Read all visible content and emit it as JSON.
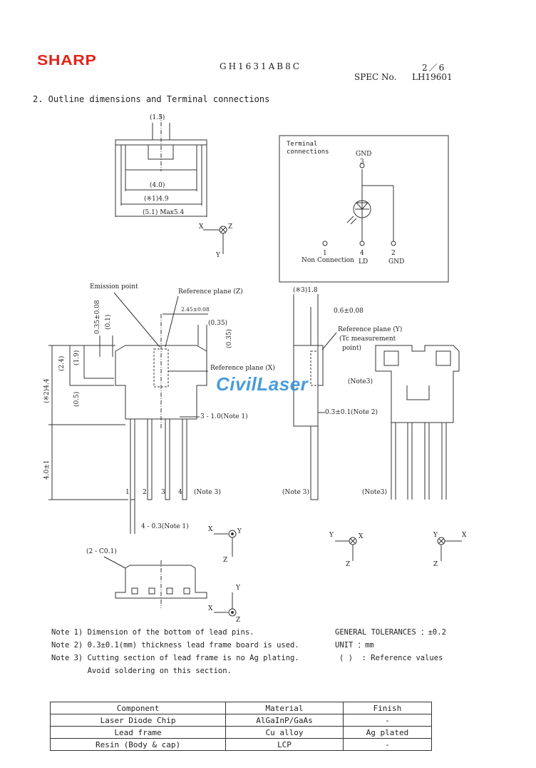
{
  "header": {
    "brand": "SHARP",
    "doc_code": "GH1631AB8C",
    "page": "2／6",
    "spec_label": "SPEC No.",
    "spec_no": "LH19601"
  },
  "section_title": "2. Outline dimensions and Terminal connections",
  "watermark": "CivilLaser",
  "top_view_dims": [
    "(1.5)",
    "(4.0)",
    "(※1)4.9",
    "(5.1) Max5.4"
  ],
  "terminal_box": {
    "title_line1": "Terminal",
    "title_line2": "connections",
    "gnd_top": "GND",
    "pin3": "3",
    "pin1": "1",
    "pin1_label": "Non Connection",
    "pin4": "4",
    "pin4_label": "LD",
    "pin2": "2",
    "pin2_label": "GND"
  },
  "front_view": {
    "emission_point": "Emission point",
    "ref_plane_z": "Reference plane (Z)",
    "ref_plane_x": "Reference plane (X)",
    "dim_245": "2.45±0.08",
    "dim_035": "(0.35)",
    "dim_035v": "0.35±0.08",
    "dim_01": "(0.1)",
    "dim_24": "(2.4)",
    "dim_19": "(1.9)",
    "dim_05": "(0.5)",
    "dim_44": "(※2)4.4",
    "dim_40": "4.0±1",
    "lead_pitch": "3 - 1.0(Note 1)",
    "pin_labels": [
      "1",
      "2",
      "3",
      "4"
    ],
    "note3": "(Note 3)",
    "lead_width": "4 - 0.3(Note 1)",
    "c01": "(2 - C0.1)"
  },
  "side_view": {
    "dim_18": "(※3)1.8",
    "dim_06": "0.6±0.08",
    "ref_plane_y": "Reference plane (Y)",
    "tc_line1": "(Tc measurement",
    "tc_line2": "point)",
    "dim_03": "0.3±0.1(Note 2)",
    "note3": "(Note 3)",
    "back_note3_top": "(Note3)",
    "back_note3_bottom": "(Note3)"
  },
  "axes": {
    "x": "X",
    "y": "Y",
    "z": "Z"
  },
  "notes": [
    "Note 1) Dimension of the bottom of lead pins.",
    "Note 2) 0.3±0.1(mm) thickness lead frame board is used.",
    "Note 3) Cutting section of lead frame is no Ag plating.",
    "        Avoid soldering on this section."
  ],
  "tolerances": [
    "GENERAL TOLERANCES ：±0.2",
    "UNIT ：mm",
    "( )  : Reference values"
  ],
  "materials_table": {
    "headers": [
      "Component",
      "Material",
      "Finish"
    ],
    "rows": [
      [
        "Laser Diode Chip",
        "AlGaInP/GaAs",
        "-"
      ],
      [
        "Lead frame",
        "Cu alloy",
        "Ag plated"
      ],
      [
        "Resin (Body & cap)",
        "LCP",
        "-"
      ]
    ]
  }
}
